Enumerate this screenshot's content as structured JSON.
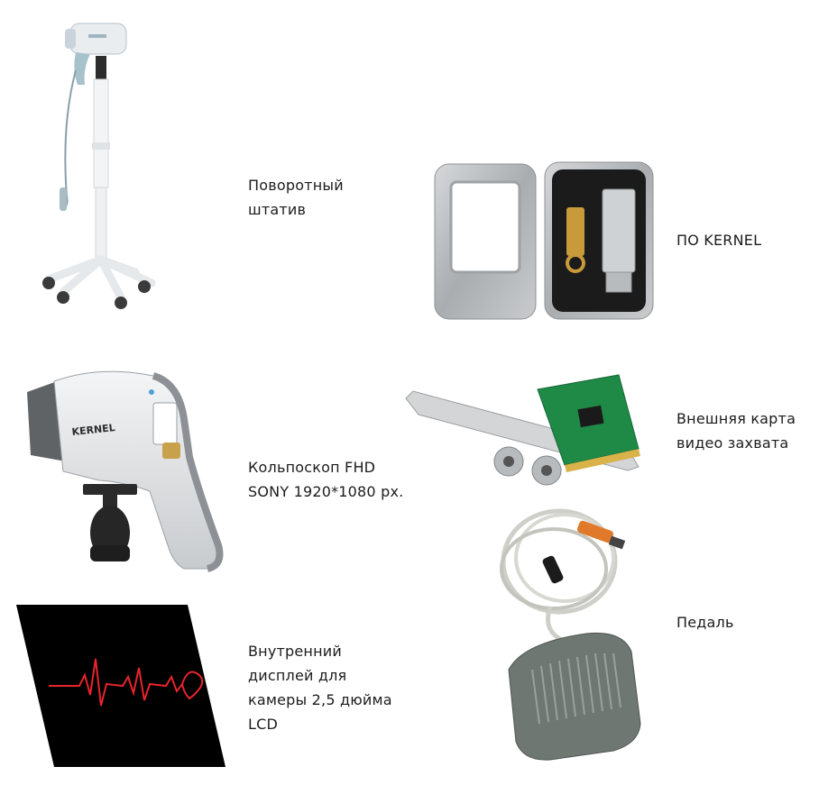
{
  "items": [
    {
      "id": "stand",
      "lines": [
        "Поворотный",
        "штатив"
      ]
    },
    {
      "id": "software",
      "lines": [
        "ПО KERNEL"
      ]
    },
    {
      "id": "colposcope",
      "lines": [
        "Кольпоскоп FHD",
        "SONY 1920*1080 px."
      ]
    },
    {
      "id": "capture",
      "lines": [
        "Внешняя карта",
        "видео захвата"
      ]
    },
    {
      "id": "display",
      "lines": [
        "Внутренний",
        "дисплей для",
        "камеры 2,5 дюйма",
        "LCD"
      ]
    },
    {
      "id": "pedal",
      "lines": [
        "Педаль"
      ]
    }
  ],
  "logo_text": "KERNEL",
  "colors": {
    "display_bg": "#000000",
    "heartbeat": "#e8242c",
    "pcb": "#1f8a45",
    "usb_gold": "#c89a3a"
  }
}
